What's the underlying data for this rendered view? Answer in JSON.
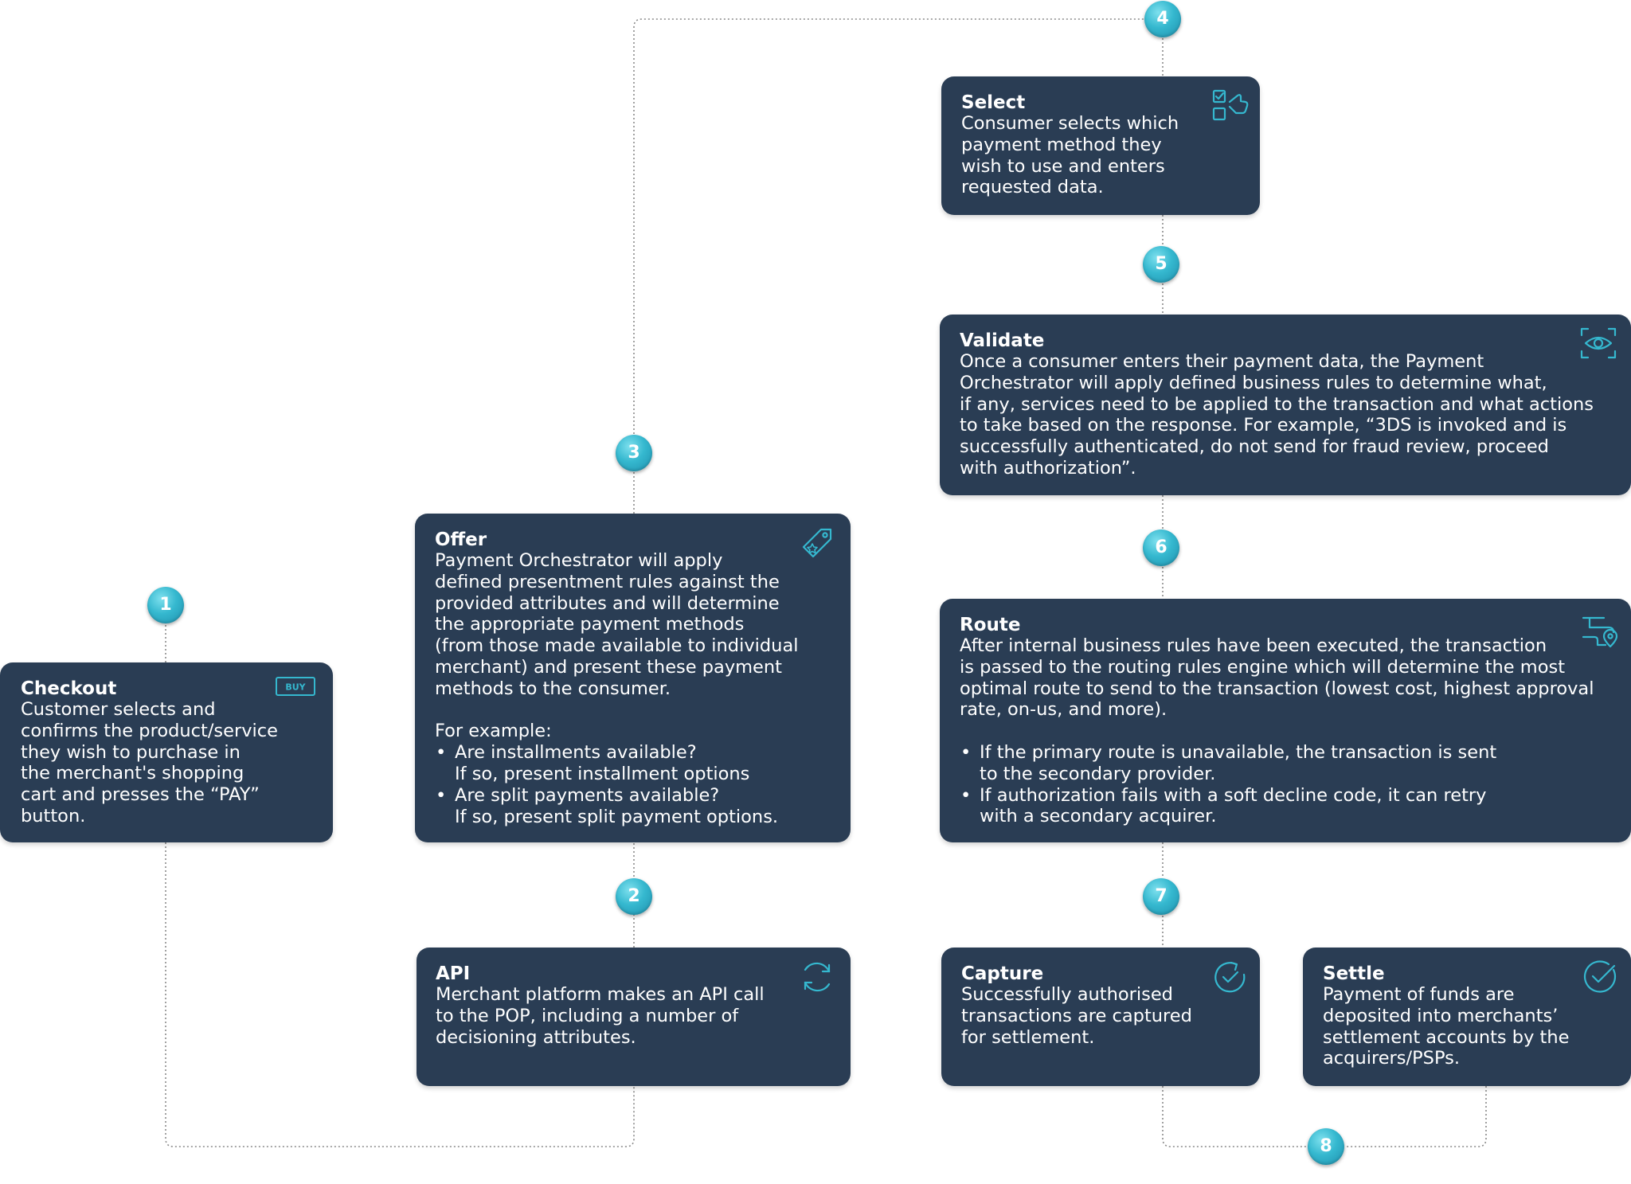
{
  "steps": {
    "checkout": {
      "number": "1",
      "title": "Checkout",
      "text": "Customer selects and\nconfirms the product/service\nthey wish to purchase in\nthe merchant's shopping\ncart and presses the “PAY”\nbutton.",
      "badge": "BUY",
      "icon": "buy-tag-icon"
    },
    "api": {
      "number": "2",
      "title": "API",
      "text": "Merchant platform makes an API call\nto the POP, including a number of\ndecisioning attributes.",
      "icon": "refresh-icon"
    },
    "offer": {
      "number": "3",
      "title": "Offer",
      "text": "Payment Orchestrator will apply\ndefined presentment rules against the\nprovided attributes and will determine\nthe appropriate payment methods\n(from those made available to individual\nmerchant) and present these payment\nmethods to the consumer.",
      "example_label": "For example:",
      "bullets": [
        "Are installments available?\nIf so, present installment options",
        "Are split payments available?\nIf so, present split payment options."
      ],
      "icon": "price-tag-icon"
    },
    "select": {
      "number": "4",
      "title": "Select",
      "text": "Consumer selects which\npayment method they\nwish to use and enters\nrequested data.",
      "icon": "checklist-tap-icon"
    },
    "validate": {
      "number": "5",
      "title": "Validate",
      "text": "Once a consumer enters their payment data, the Payment\nOrchestrator will apply defined business rules to determine what,\nif any, services need to be applied to the transaction and what actions\nto take based on the response. For example, “3DS is invoked and is\nsuccessfully authenticated, do not send for fraud review, proceed\nwith authorization”.",
      "icon": "eye-scan-icon"
    },
    "route": {
      "number": "6",
      "title": "Route",
      "text": "After internal business rules have been executed, the transaction\nis passed to the routing rules engine which will determine the most\noptimal route to send to the transaction (lowest cost, highest approval\nrate, on-us, and more).",
      "bullets": [
        "If the primary route is unavailable, the transaction is sent\nto the secondary provider.",
        "If authorization fails with a soft decline code, it can retry\nwith a secondary acquirer."
      ],
      "icon": "route-pin-icon"
    },
    "capture": {
      "number": "7",
      "title": "Capture",
      "text": "Successfully authorised\ntransactions are captured\nfor settlement.",
      "icon": "check-cycle-icon"
    },
    "settle": {
      "number": "8",
      "title": "Settle",
      "text": "Payment of funds are\ndeposited into merchants’\nsettlement accounts by the\nacquirers/PSPs.",
      "icon": "check-circle-icon"
    }
  },
  "colors": {
    "box": "#2a3d54",
    "accent": "#35b8cf",
    "connector": "#8a8a8a"
  }
}
